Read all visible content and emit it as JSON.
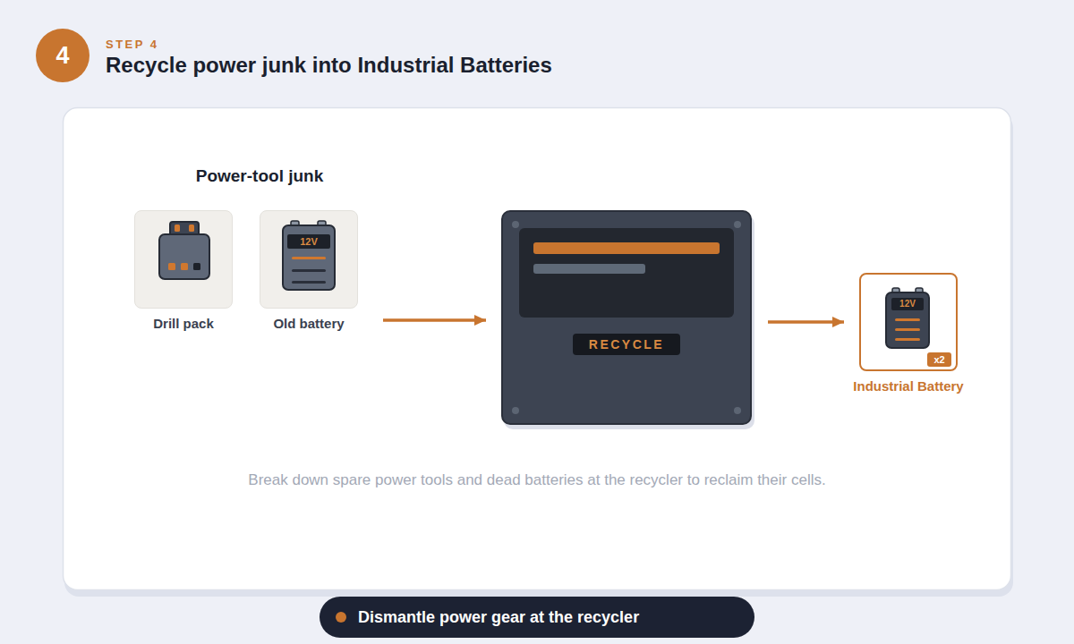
{
  "diagram": {
    "title": "Recycle power junk into Industrial Batteries",
    "caption": "Break down spare power tools and dead batteries at the recycler to reclaim their cells.",
    "nodes": [
      {
        "text": [
          "4"
        ]
      },
      {
        "text": [
          "Drill pack"
        ]
      },
      {
        "text": [
          "12V",
          "Old battery"
        ]
      },
      {
        "text": [
          "RECYCLE"
        ]
      },
      {
        "text": [
          "12V",
          "x2",
          "Industrial Battery"
        ]
      },
      {
        "text": [
          "Dismantle power gear at the recycler"
        ]
      }
    ],
    "edges": [
      {
        "from": 2,
        "to": 3,
        "arrow": "to"
      },
      {
        "from": 3,
        "to": 4,
        "arrow": "to"
      }
    ],
    "labels": [
      "STEP 4",
      "Power-tool junk"
    ]
  }
}
